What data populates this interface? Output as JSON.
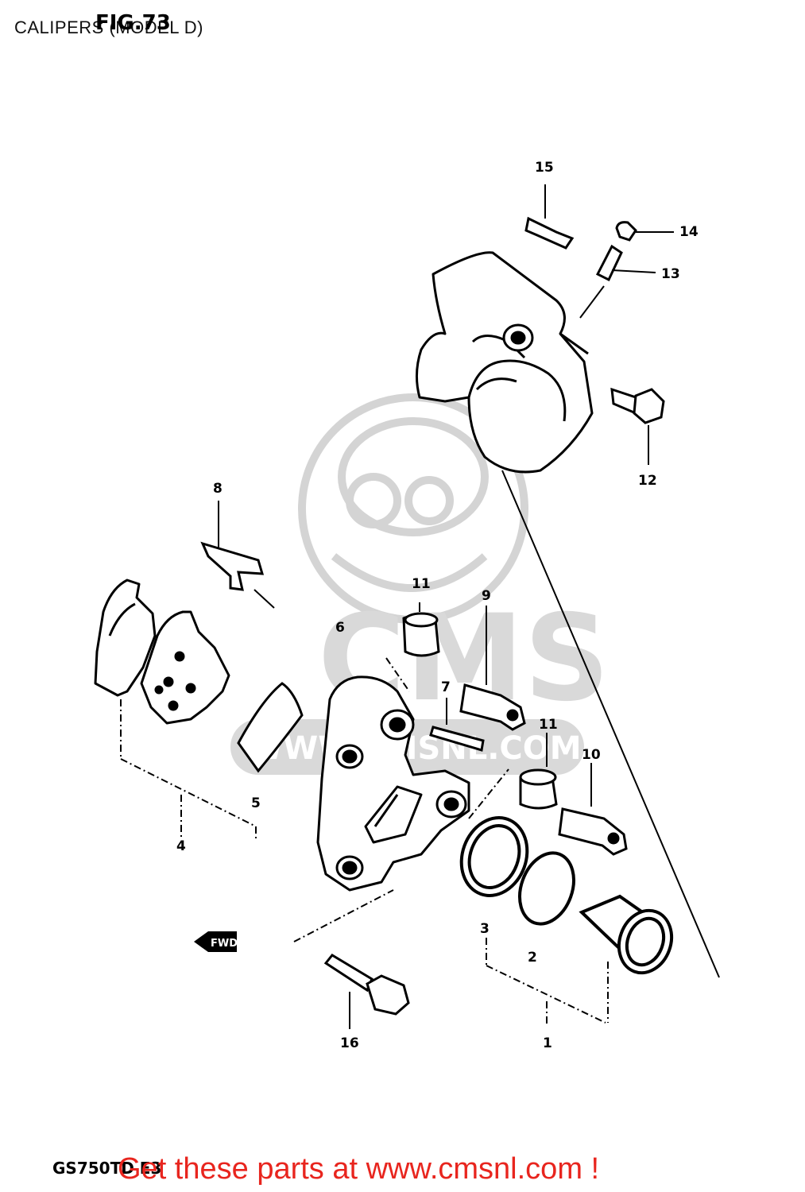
{
  "header": {
    "title": "CALIPERS (MODEL D)",
    "fig_stamp": "FIG.73"
  },
  "footer": {
    "model_code": "GS750TD E3",
    "promo": "Get these parts at www.cmsnl.com !"
  },
  "watermark": {
    "logo_text": "CMS",
    "url_text": "WWW.CMSNL.COM"
  },
  "fwd_marker": "FWD",
  "callouts": [
    "1",
    "2",
    "3",
    "4",
    "5",
    "6",
    "7",
    "8",
    "9",
    "10",
    "11",
    "11",
    "12",
    "13",
    "14",
    "15",
    "16"
  ],
  "colors": {
    "ink": "#000000",
    "promo": "#e8251e",
    "watermark": "#cfcfcf"
  }
}
